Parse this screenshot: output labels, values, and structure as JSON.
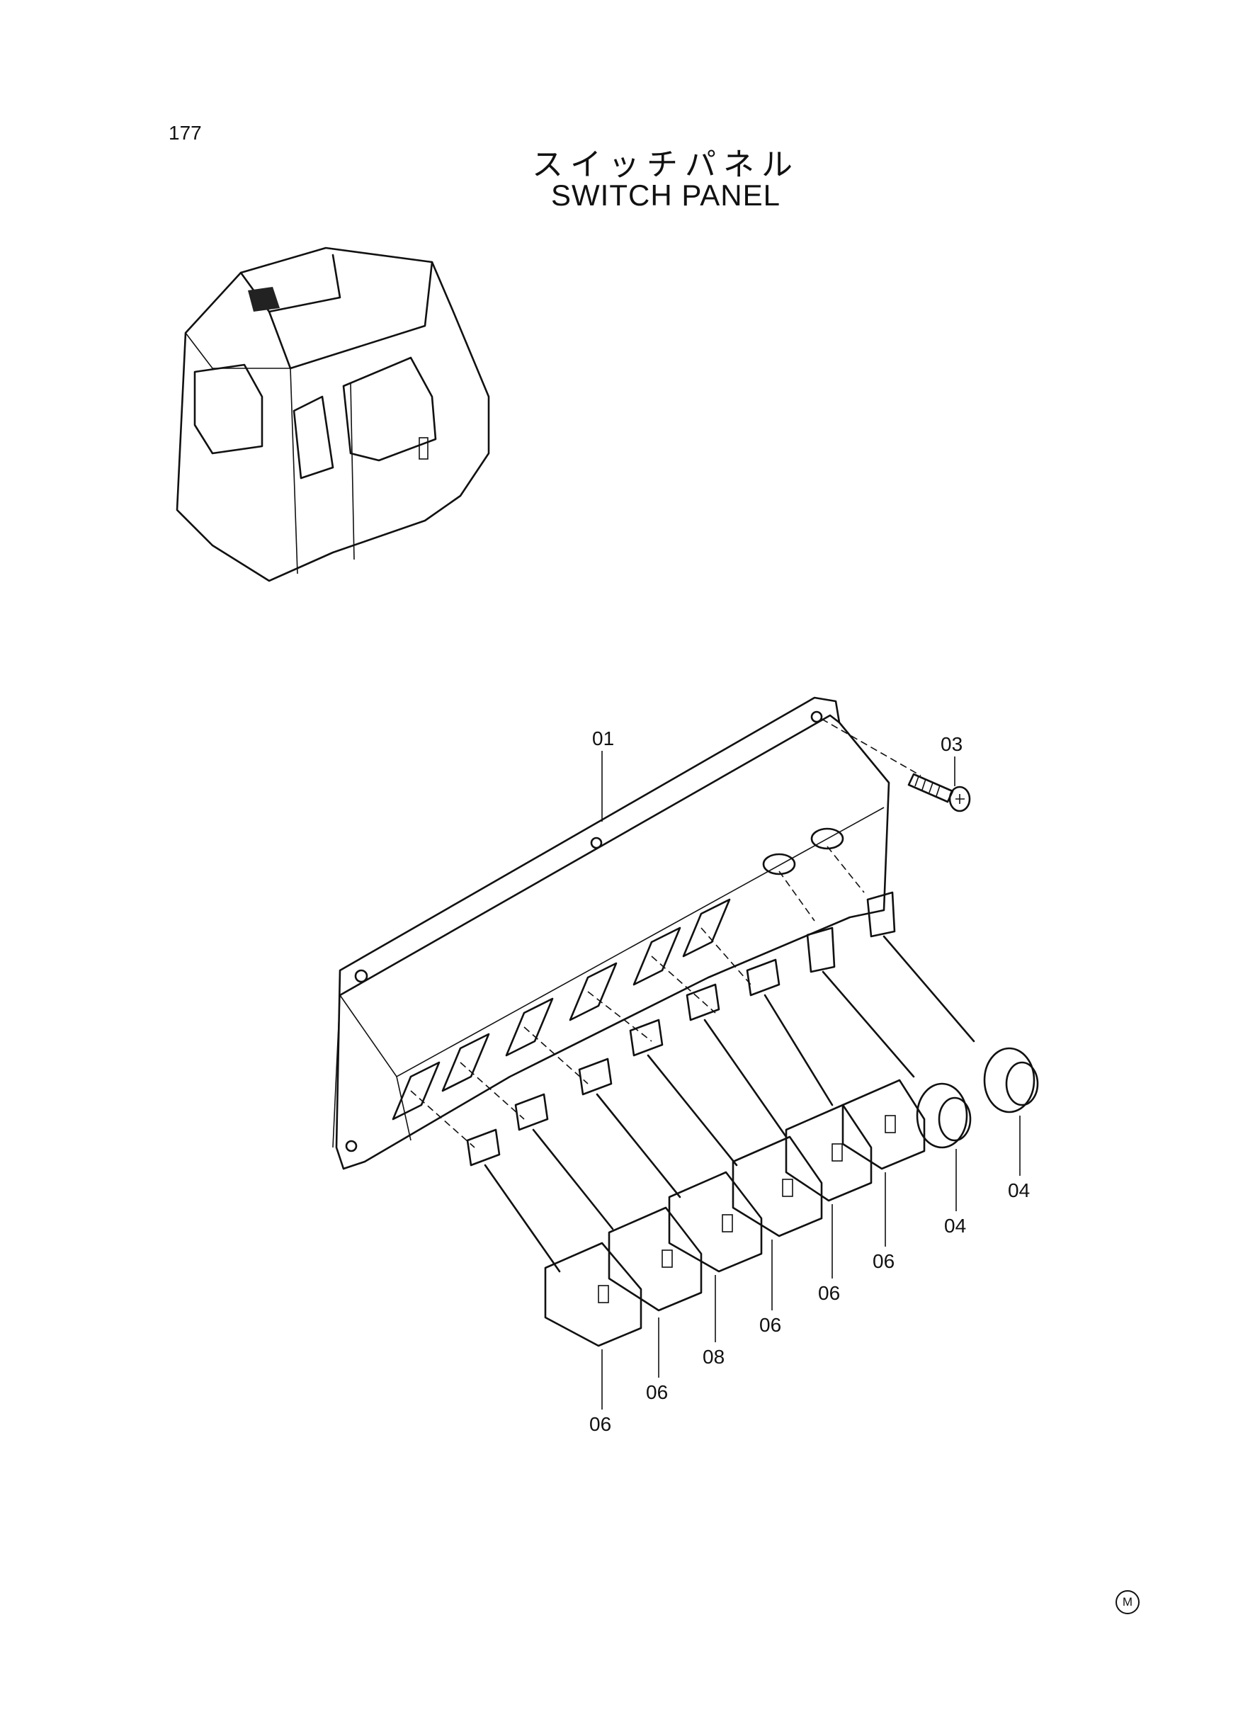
{
  "page_number": "177",
  "title_jp": "スイッチパネル",
  "title_en": "SWITCH PANEL",
  "callouts": [
    {
      "id": "c01",
      "label": "01"
    },
    {
      "id": "c03",
      "label": "03"
    },
    {
      "id": "c04a",
      "label": "04"
    },
    {
      "id": "c04b",
      "label": "04"
    },
    {
      "id": "c06a",
      "label": "06"
    },
    {
      "id": "c06b",
      "label": "06"
    },
    {
      "id": "c06c",
      "label": "06"
    },
    {
      "id": "c06d",
      "label": "06"
    },
    {
      "id": "c06e",
      "label": "06"
    },
    {
      "id": "c08",
      "label": "08"
    }
  ],
  "mark": "M"
}
